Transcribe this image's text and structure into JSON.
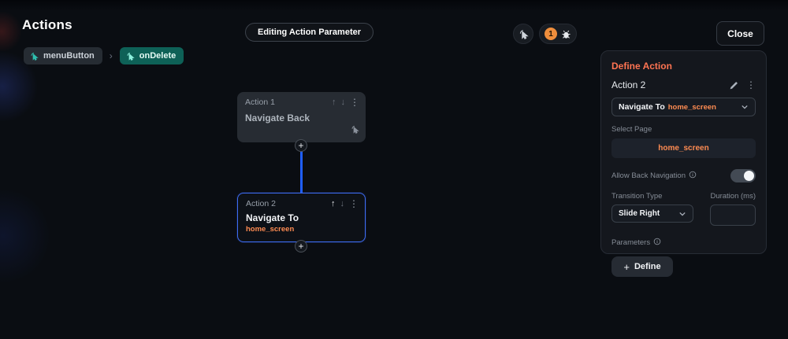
{
  "page": {
    "title": "Actions"
  },
  "breadcrumb": {
    "separator": "›",
    "items": [
      {
        "label": "menuButton"
      },
      {
        "label": "onDelete"
      }
    ]
  },
  "header": {
    "editing_button_label": "Editing Action Parameter",
    "notification_count": "1",
    "close_button_label": "Close"
  },
  "canvas": {
    "action1": {
      "label": "Action 1",
      "title": "Navigate Back"
    },
    "action2": {
      "label": "Action 2",
      "title": "Navigate To",
      "value": "home_screen"
    }
  },
  "panel": {
    "title": "Define Action",
    "action_name": "Action 2",
    "action_type": "Navigate To",
    "action_value": "home_screen",
    "select_page_label": "Select Page",
    "selected_page": "home_screen",
    "allow_back_label": "Allow Back Navigation",
    "transition_type_label": "Transition Type",
    "transition_type_value": "Slide Right",
    "duration_label": "Duration (ms)",
    "duration_value": "",
    "parameters_label": "Parameters",
    "define_button_label": "Define"
  },
  "icons": {
    "up": "↑",
    "down": "↓",
    "kebab": "⋮",
    "plus": "+"
  },
  "colors": {
    "accent_orange": "#ff7452",
    "value_orange": "#ff8c52",
    "teal_chip_bg": "#0e6157",
    "selection_blue": "#3e6bf2",
    "badge_orange": "#ef8e3c"
  }
}
